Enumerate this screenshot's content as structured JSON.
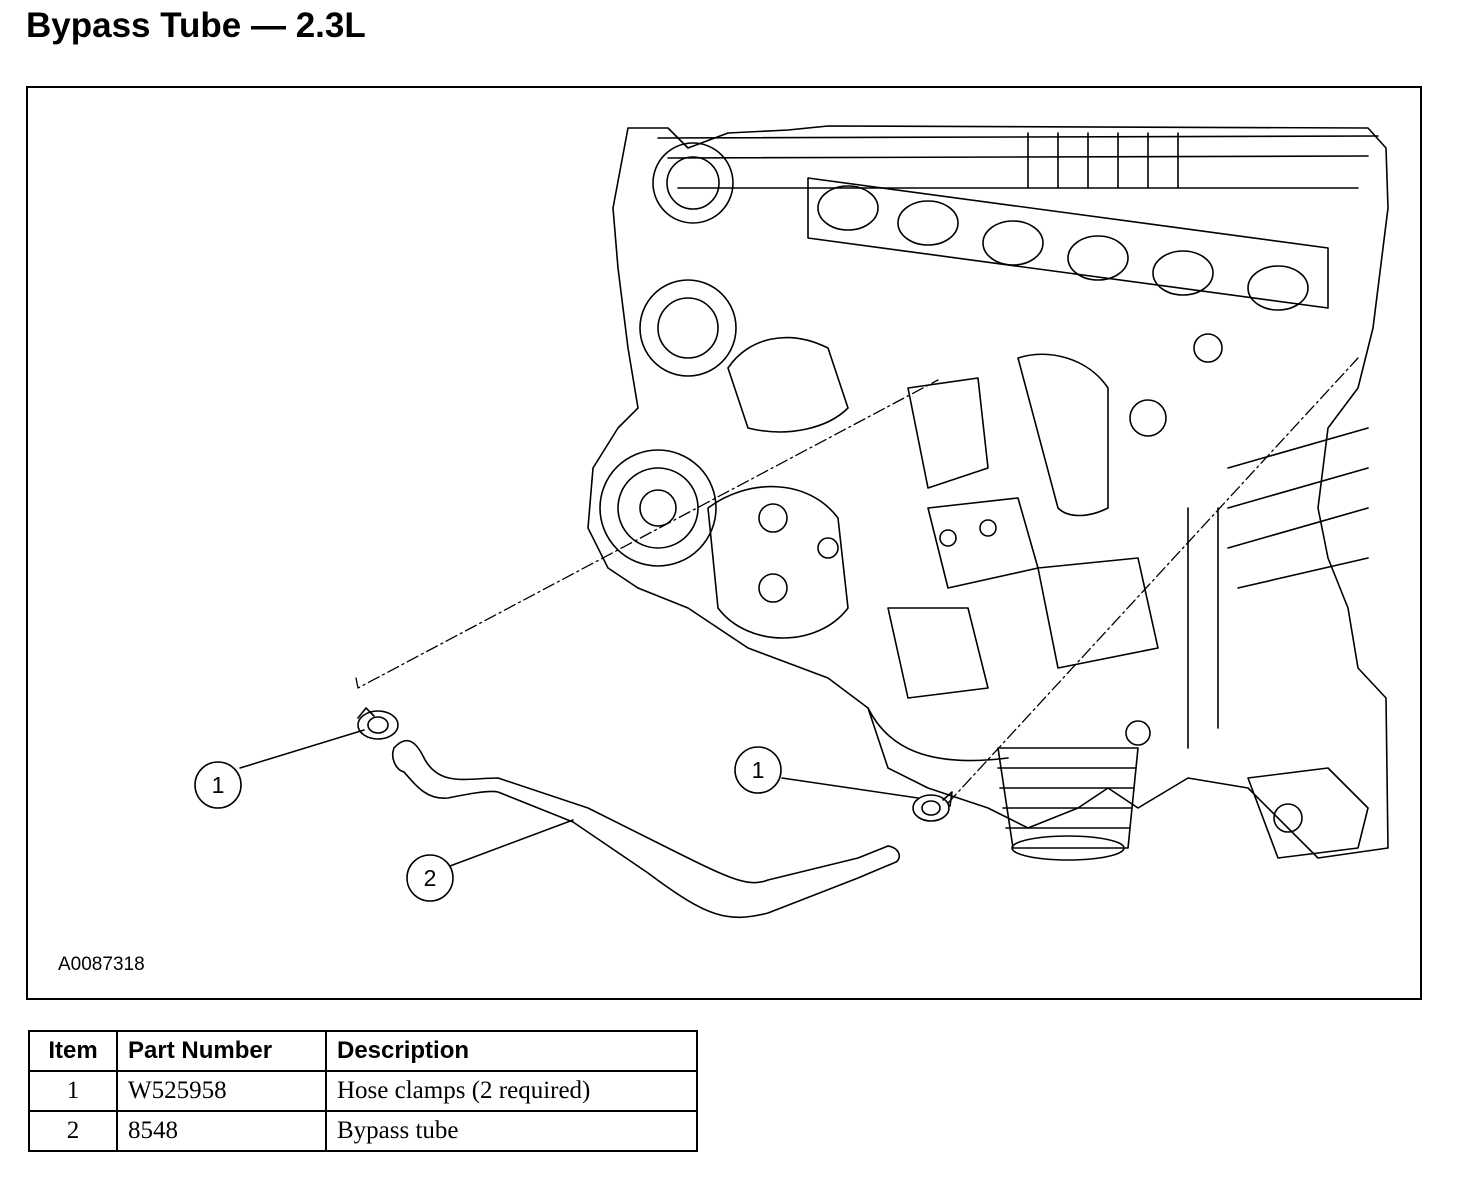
{
  "title": "Bypass Tube — 2.3L",
  "figure": {
    "figure_id": "A0087318",
    "callouts": [
      {
        "label": "1",
        "target": "hose-clamp"
      },
      {
        "label": "1",
        "target": "hose-clamp"
      },
      {
        "label": "2",
        "target": "bypass-tube"
      }
    ]
  },
  "parts_table": {
    "headers": [
      "Item",
      "Part Number",
      "Description"
    ],
    "rows": [
      {
        "item": "1",
        "part_number": "W525958",
        "description": "Hose clamps (2 required)"
      },
      {
        "item": "2",
        "part_number": "8548",
        "description": "Bypass tube"
      }
    ]
  }
}
